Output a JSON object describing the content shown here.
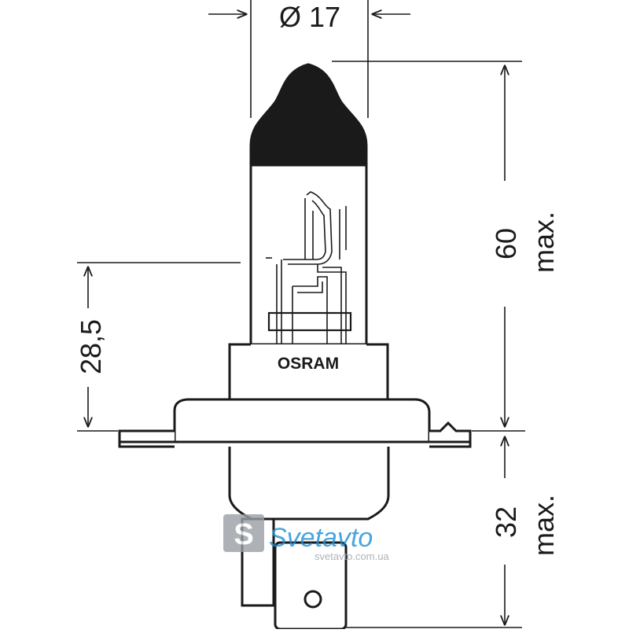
{
  "drawing": {
    "diameter_label": "Ø 17",
    "brand_label": "OSRAM",
    "dim_height_total": "60",
    "dim_height_total_suffix": "max.",
    "dim_base_height": "32",
    "dim_base_height_suffix": "max.",
    "dim_focal_distance": "28,5"
  },
  "watermark": {
    "logo_text": "Svetavto",
    "logo_badge": "S",
    "url": "svetavto.com.ua"
  },
  "colors": {
    "line": "#1a1a1a",
    "fill": "#ffffff",
    "watermark_blue": "#1e8fd6",
    "watermark_gray": "#9aa0a6"
  }
}
